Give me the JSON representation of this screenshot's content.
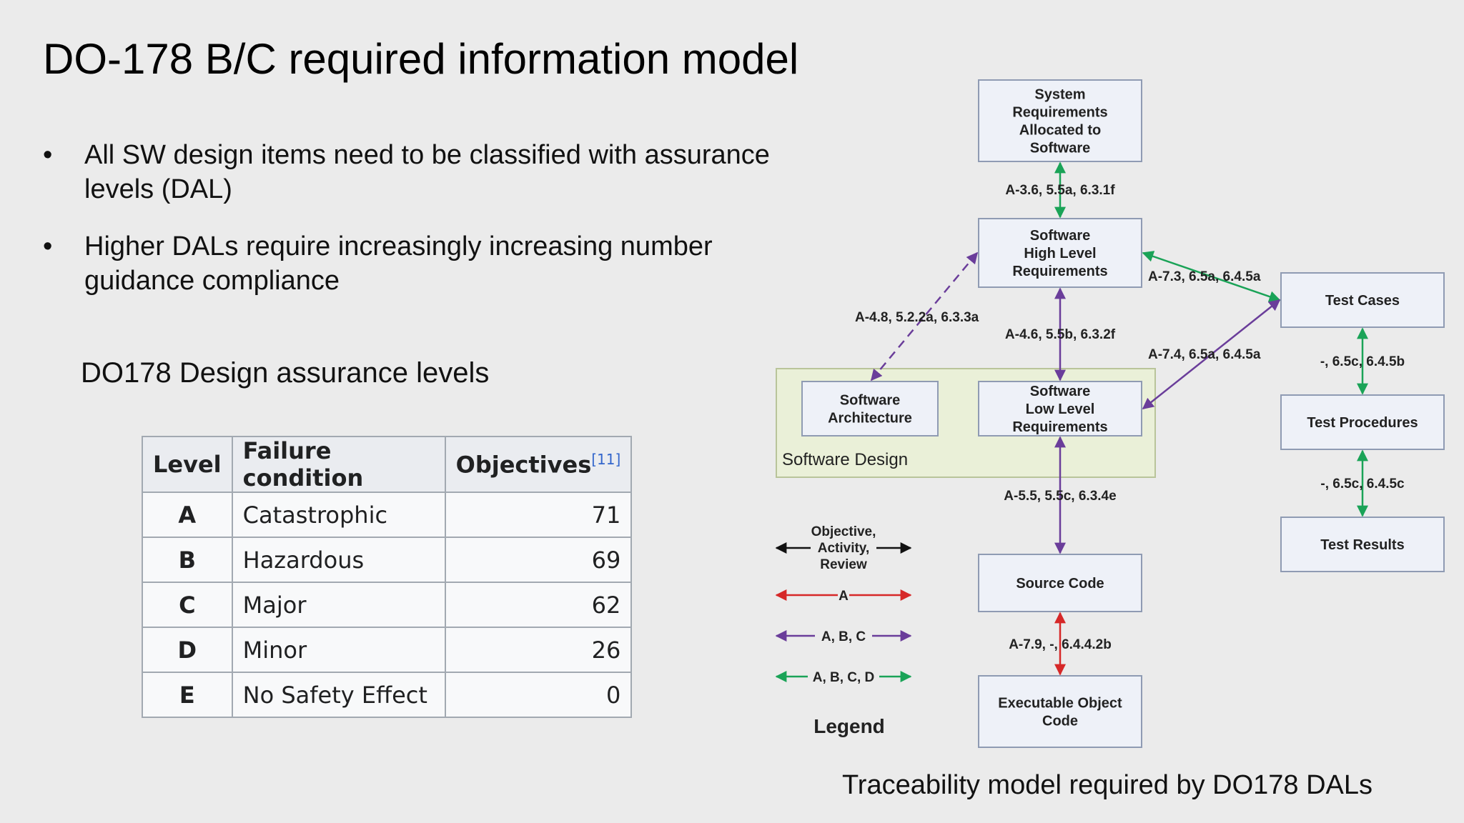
{
  "slide": {
    "title": "DO-178 B/C required information model",
    "bullets": [
      {
        "symbol": "•",
        "text": "All SW design items need to be classified with assurance levels (DAL)"
      },
      {
        "symbol": "•",
        "text": "Higher DALs require increasingly increasing number guidance compliance"
      }
    ],
    "dal_heading": "DO178 Design assurance levels",
    "caption": "Traceability model required by DO178 DALs"
  },
  "dal_table": {
    "headers": {
      "level": "Level",
      "failure": "Failure condition",
      "objectives": "Objectives",
      "objectives_ref": "[11]"
    },
    "rows": [
      {
        "level": "A",
        "failure": "Catastrophic",
        "objectives": "71"
      },
      {
        "level": "B",
        "failure": "Hazardous",
        "objectives": "69"
      },
      {
        "level": "C",
        "failure": "Major",
        "objectives": "62"
      },
      {
        "level": "D",
        "failure": "Minor",
        "objectives": "26"
      },
      {
        "level": "E",
        "failure": "No Safety Effect",
        "objectives": "0"
      }
    ]
  },
  "diagram": {
    "colors": {
      "green": "#1aa357",
      "purple": "#6a3d9a",
      "red": "#d62828",
      "box_fill": "#eef1f8",
      "box_border": "#8f9bb3",
      "group_fill": "#eaf0d8",
      "group_border": "#b9c49a"
    },
    "boxes": {
      "sysreq": [
        "System",
        "Requirements",
        "Allocated to",
        "Software"
      ],
      "hlr": [
        "Software",
        "High Level",
        "Requirements"
      ],
      "arch": [
        "Software",
        "Architecture"
      ],
      "llr": [
        "Software",
        "Low Level",
        "Requirements"
      ],
      "src": [
        "Source Code"
      ],
      "eoc": [
        "Executable Object",
        "Code"
      ],
      "tcases": [
        "Test Cases"
      ],
      "tproc": [
        "Test Procedures"
      ],
      "tres": [
        "Test Results"
      ]
    },
    "group_label": "Software Design",
    "labels": {
      "sys_hlr": "A-3.6, 5.5a, 6.3.1f",
      "hlr_llr": "A-4.6, 5.5b, 6.3.2f",
      "hlr_arch": "A-4.8, 5.2.2a, 6.3.3a",
      "hlr_tc": "A-7.3, 6.5a, 6.4.5a",
      "llr_tc": "A-7.4, 6.5a, 6.4.5a",
      "llr_src": "A-5.5, 5.5c, 6.3.4e",
      "src_eoc": "A-7.9, -, 6.4.4.2b",
      "tc_tp": "-, 6.5c, 6.4.5b",
      "tp_tr": "-, 6.5c, 6.4.5c"
    },
    "legend": {
      "key_lines": [
        "Objective,",
        "Activity,",
        "Review"
      ],
      "red": "A",
      "purple": "A, B, C",
      "green": "A, B, C, D",
      "title": "Legend"
    }
  }
}
